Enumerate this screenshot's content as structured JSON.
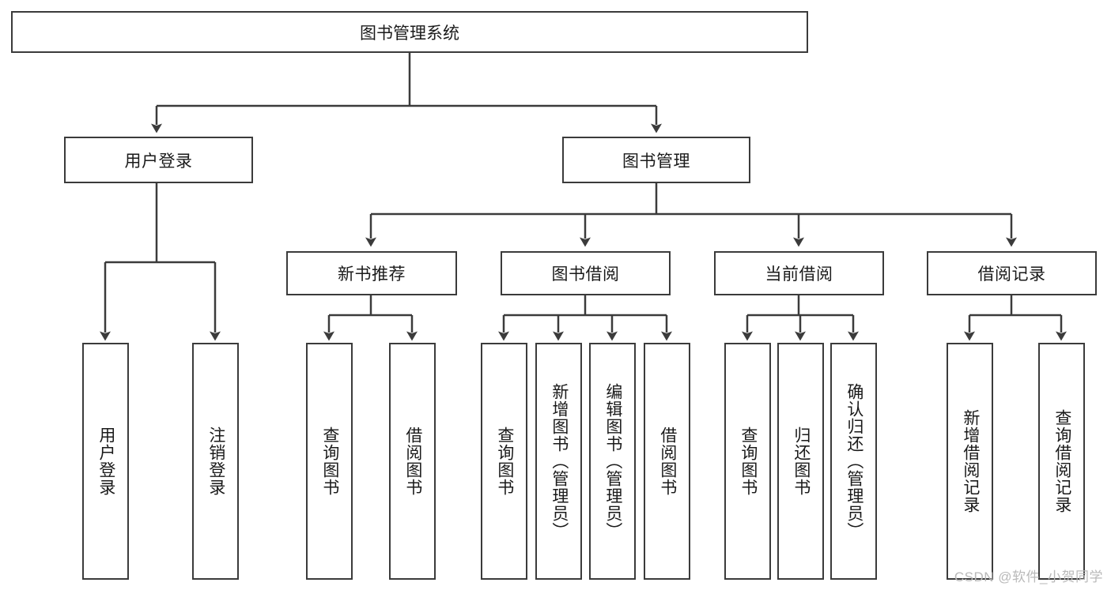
{
  "diagram": {
    "title": "图书管理系统",
    "type": "hierarchy-tree",
    "watermark": "CSDN @软件_小贺同学",
    "colors": {
      "stroke": "#3b3b3b",
      "box_fill": "#ffffff",
      "text": "#1a1a1a",
      "watermark": "#b9b9b9"
    },
    "root": {
      "label": "图书管理系统"
    },
    "level2": [
      {
        "id": "user-login",
        "label": "用户登录"
      },
      {
        "id": "book-manage",
        "label": "图书管理"
      }
    ],
    "level3": [
      {
        "id": "new-book-recommend",
        "label": "新书推荐"
      },
      {
        "id": "book-borrow",
        "label": "图书借阅"
      },
      {
        "id": "current-borrow",
        "label": "当前借阅"
      },
      {
        "id": "borrow-record",
        "label": "借阅记录"
      }
    ],
    "leaves": {
      "user_login": [
        {
          "id": "leaf-user-login",
          "label": "用户登录"
        },
        {
          "id": "leaf-logout-login",
          "label": "注销登录"
        }
      ],
      "new_book_recommend": [
        {
          "id": "leaf-query-book-1",
          "label": "查询图书"
        },
        {
          "id": "leaf-borrow-book-1",
          "label": "借阅图书"
        }
      ],
      "book_borrow": [
        {
          "id": "leaf-query-book-2",
          "label": "查询图书"
        },
        {
          "id": "leaf-add-book",
          "label": "新增图书（管理员）"
        },
        {
          "id": "leaf-edit-book",
          "label": "编辑图书（管理员）"
        },
        {
          "id": "leaf-borrow-book-2",
          "label": "借阅图书"
        }
      ],
      "current_borrow": [
        {
          "id": "leaf-query-book-3",
          "label": "查询图书"
        },
        {
          "id": "leaf-return-book",
          "label": "归还图书"
        },
        {
          "id": "leaf-confirm-return",
          "label": "确认归还（管理员）"
        }
      ],
      "borrow_record": [
        {
          "id": "leaf-add-record",
          "label": "新增借阅记录"
        },
        {
          "id": "leaf-query-record",
          "label": "查询借阅记录"
        }
      ]
    }
  }
}
